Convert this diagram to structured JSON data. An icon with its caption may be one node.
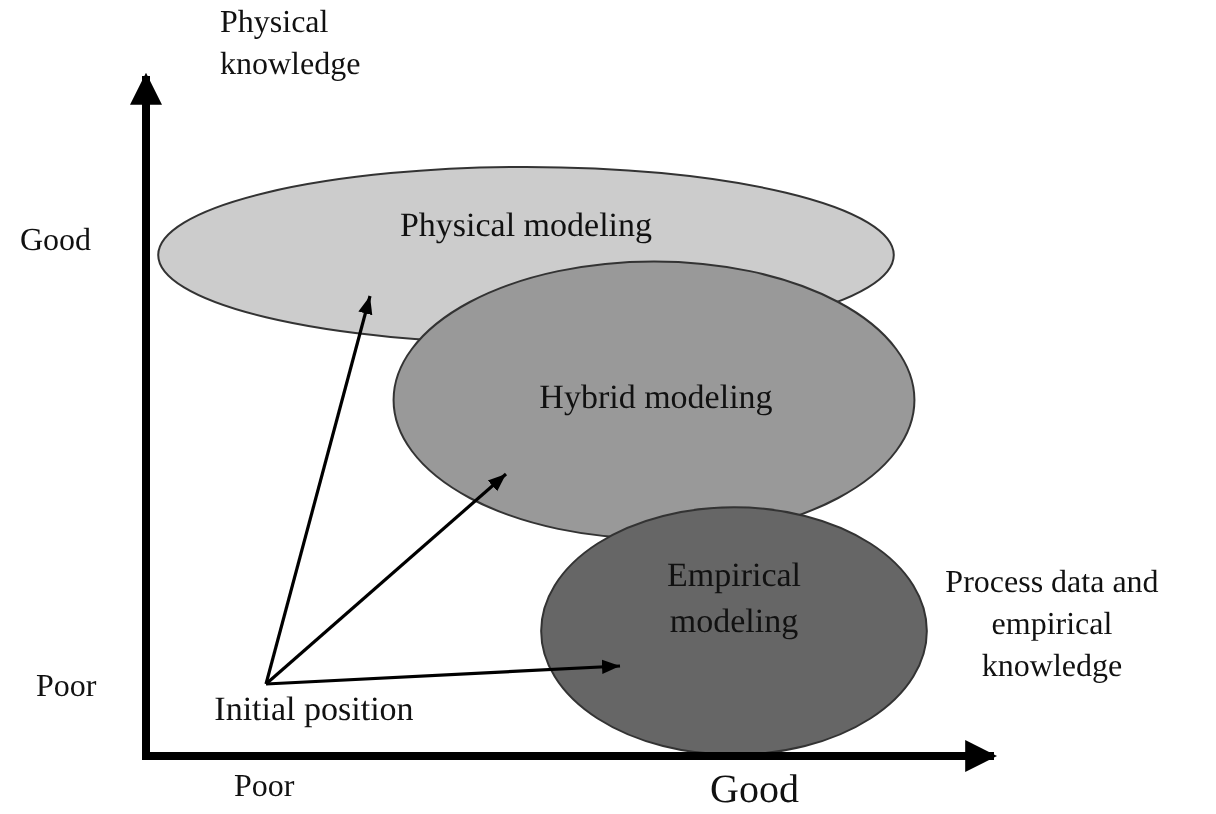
{
  "diagram": {
    "nodes": [
      {
        "text": [
          "Physical modeling"
        ]
      },
      {
        "text": [
          "Hybrid modeling"
        ]
      },
      {
        "text": [
          "Empirical modeling"
        ]
      },
      {
        "text": [
          "Initial position"
        ]
      }
    ],
    "edges": [
      {
        "from": 3,
        "to": 0,
        "arrow": "to"
      },
      {
        "from": 3,
        "to": 1,
        "arrow": "to"
      },
      {
        "from": 3,
        "to": 2,
        "arrow": "to"
      }
    ],
    "labels": [
      "Physical knowledge",
      "Good",
      "Poor",
      "Process data and empirical knowledge",
      "Poor",
      "Good"
    ]
  }
}
